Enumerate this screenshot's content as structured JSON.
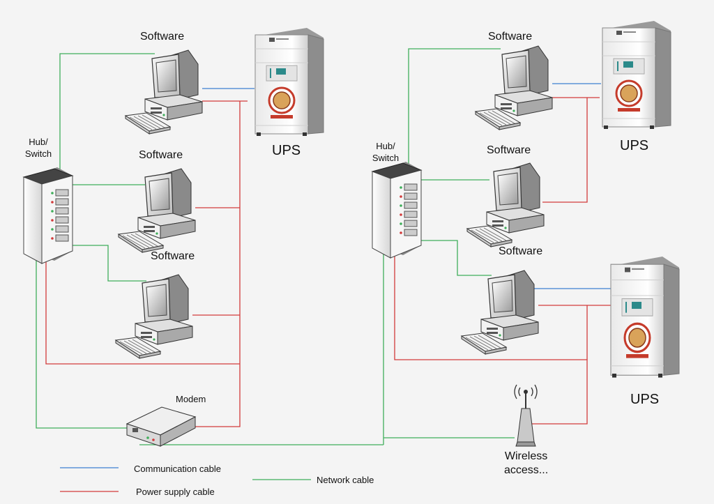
{
  "labels": {
    "software": "Software",
    "ups": "UPS",
    "hub_line1": "Hub/",
    "hub_line2": "Switch",
    "modem": "Modem",
    "wireless_line1": "Wireless",
    "wireless_line2": "access..."
  },
  "legend": {
    "communication": "Communication cable",
    "power": "Power supply cable",
    "network": "Network cable"
  },
  "colors": {
    "communication": "#3c7fd0",
    "power": "#d23a3a",
    "network": "#3fae5a"
  },
  "icons": [
    "computer-icon",
    "ups-icon",
    "hub-switch-icon",
    "modem-icon",
    "wireless-antenna-icon",
    "keyboard-icon"
  ]
}
